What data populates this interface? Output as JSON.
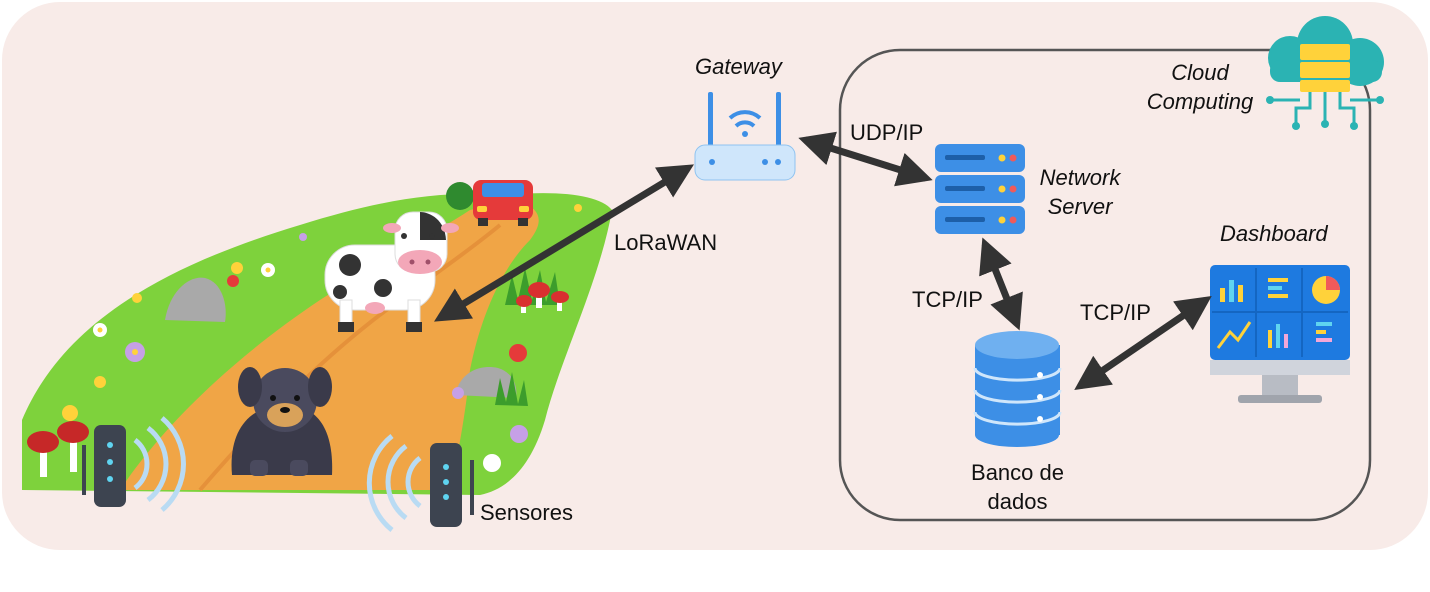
{
  "labels": {
    "gateway": "Gateway",
    "cloud_line1": "Cloud",
    "cloud_line2": "Computing",
    "udp": "UDP/IP",
    "network_server_line1": "Network",
    "network_server_line2": "Server",
    "dashboard": "Dashboard",
    "lorawan": "LoRaWAN",
    "tcp_left": "TCP/IP",
    "tcp_right": "TCP/IP",
    "database_line1": "Banco de",
    "database_line2": "dados",
    "sensors": "Sensores"
  },
  "colors": {
    "background_panel": "#f8ebe8",
    "cloud_border": "#555555",
    "arrow": "#333333",
    "grass": "#7ed23c",
    "path": "#f0a546",
    "server_blue": "#3d8fe6",
    "database_blue": "#3d8fe6",
    "dashboard_screen": "#1e7ae0"
  },
  "icons": [
    "gateway-router-icon",
    "cloud-computing-icon",
    "server-icon",
    "database-icon",
    "dashboard-monitor-icon",
    "cow-icon",
    "dog-icon",
    "car-icon",
    "sensor-icon"
  ]
}
